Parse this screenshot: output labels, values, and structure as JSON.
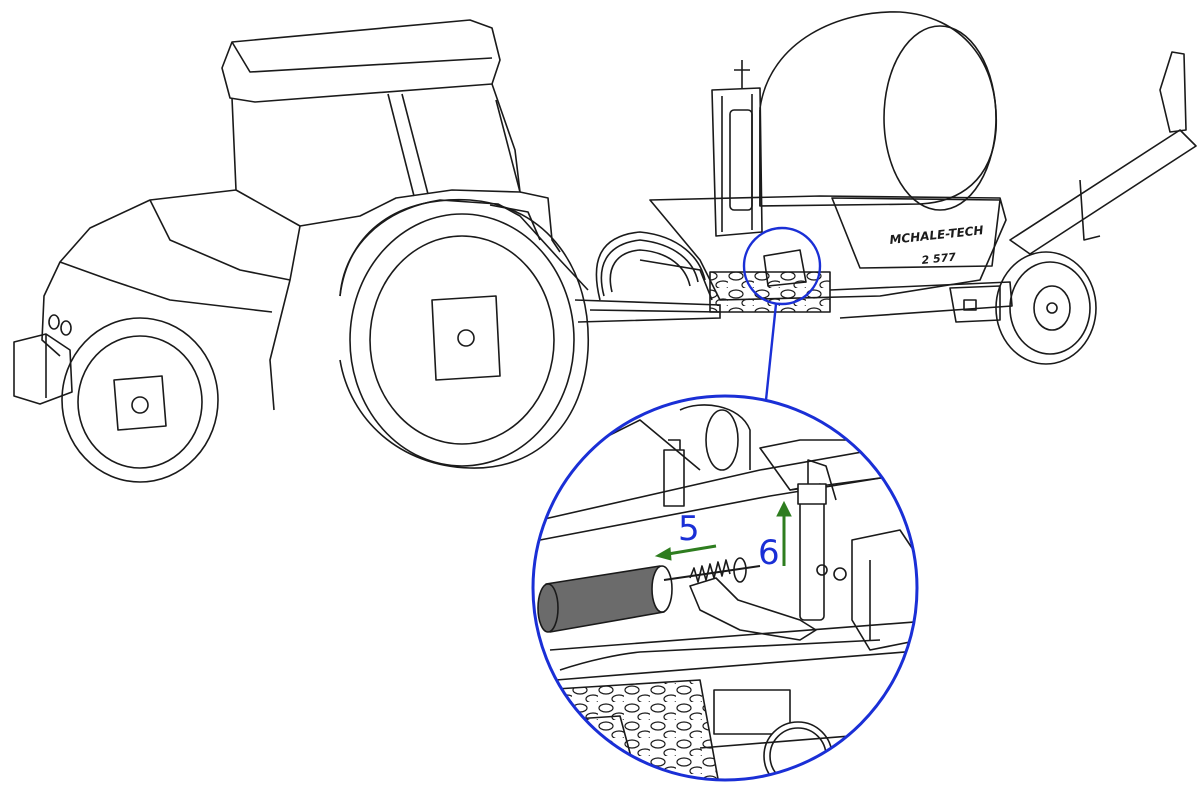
{
  "figure": {
    "machine_brand": "MCHALE-TECH",
    "machine_model": "2 577"
  },
  "callouts": [
    {
      "number": "5",
      "direction": "left"
    },
    {
      "number": "6",
      "direction": "up"
    }
  ],
  "colors": {
    "line": "#1a1a1a",
    "detail_ring": "#1a2fd6",
    "arrow": "#2e7d1f",
    "label": "#1a2fd6",
    "shade": "#6b6b6b"
  }
}
